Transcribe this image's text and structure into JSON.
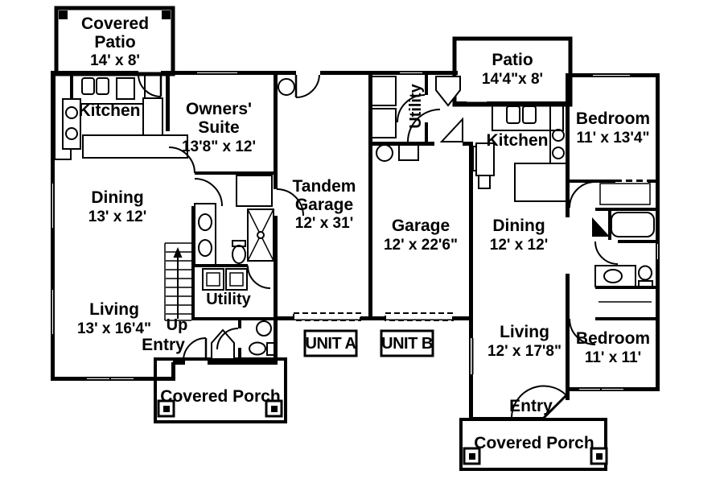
{
  "plan": {
    "unit_a": {
      "unit_label": "UNIT A",
      "covered_patio": {
        "name1": "Covered",
        "name2": "Patio",
        "dim": "14' x 8'"
      },
      "kitchen": "Kitchen",
      "owners_suite": {
        "name1": "Owners'",
        "name2": "Suite",
        "dim": "13'8\" x 12'"
      },
      "dining": {
        "name": "Dining",
        "dim": "13' x 12'"
      },
      "living": {
        "name": "Living",
        "dim": "13' x 16'4\""
      },
      "up": "Up",
      "utility": "Utility",
      "entry": "Entry",
      "tandem_garage": {
        "name1": "Tandem",
        "name2": "Garage",
        "dim": "12' x 31'"
      },
      "covered_porch": "Covered Porch"
    },
    "unit_b": {
      "unit_label": "UNIT B",
      "patio": {
        "name": "Patio",
        "dim": "14'4\"x 8'"
      },
      "utility": "Utility",
      "kitchen": "Kitchen",
      "bedroom_front": {
        "name": "Bedroom",
        "dim": "11' x 13'4\""
      },
      "dining": {
        "name": "Dining",
        "dim": "12' x 12'"
      },
      "garage": {
        "name": "Garage",
        "dim": "12' x 22'6\""
      },
      "living": {
        "name": "Living",
        "dim": "12' x 17'8\""
      },
      "bedroom_rear": {
        "name": "Bedroom",
        "dim": "11' x 11'"
      },
      "entry": "Entry",
      "covered_porch": "Covered Porch"
    },
    "colors": {
      "ink": "#000000",
      "paper": "#ffffff"
    }
  }
}
